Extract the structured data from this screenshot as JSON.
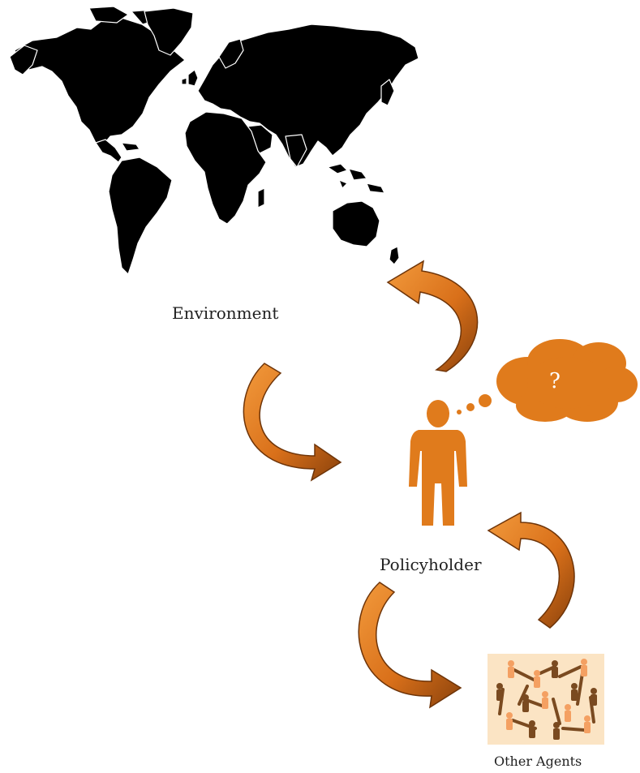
{
  "labels": {
    "environment": "Environment",
    "policyholder": "Policyholder",
    "other_agents": "Other Agents",
    "thought": "?"
  },
  "colors": {
    "map_land": "#000000",
    "map_borders": "#ffffff",
    "arrow_fill": "#e07b1c",
    "arrow_dark": "#6e3408",
    "person": "#e07b1c",
    "cloud": "#e07b1c",
    "cloud_text": "#ffffff",
    "agents_bg": "#fbe4c4",
    "agents_light": "#f4a062",
    "agents_dark": "#7a4a20"
  }
}
